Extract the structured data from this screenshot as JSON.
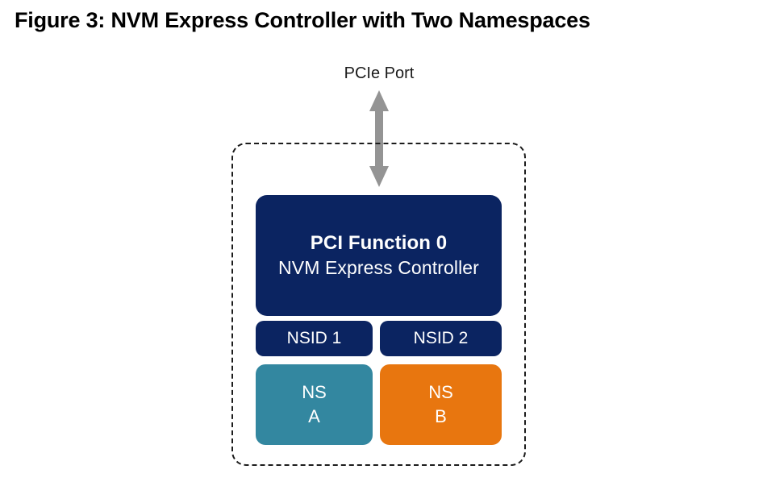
{
  "figure": {
    "title": "Figure 3: NVM Express Controller with Two Namespaces"
  },
  "diagram": {
    "port_label": "PCIe Port",
    "arrow": {
      "name": "double-headed-vertical-arrow",
      "color": "#949494",
      "direction": "both"
    },
    "controller_boundary": {
      "style": "dashed",
      "color": "#1c1c1c"
    },
    "controller": {
      "title": "PCI Function 0",
      "subtitle": "NVM Express Controller",
      "color": "#0b2461"
    },
    "namespace_ids": [
      {
        "label": "NSID 1",
        "color": "#0b2461"
      },
      {
        "label": "NSID 2",
        "color": "#0b2461"
      }
    ],
    "namespaces": [
      {
        "line1": "NS",
        "line2": "A",
        "color": "#3387a0"
      },
      {
        "line1": "NS",
        "line2": "B",
        "color": "#e8760f"
      }
    ]
  }
}
